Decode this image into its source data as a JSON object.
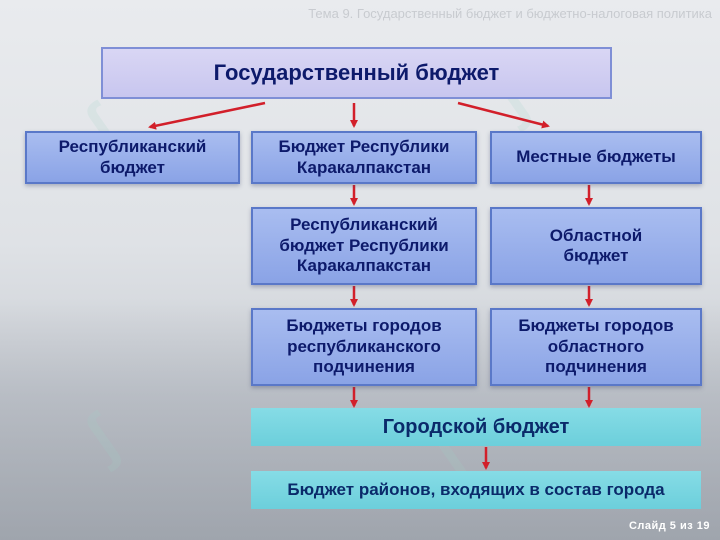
{
  "header": {
    "title": "Тема 9. Государственный бюджет и бюджетно-налоговая политика"
  },
  "footer": {
    "slide_label": "Слайд 5 из 19"
  },
  "boxes": {
    "state_budget": "Государственный бюджет",
    "republican_budget": "Республиканский бюджет",
    "karakalpakstan_budget": "Бюджет Республики Каракалпакстан",
    "local_budgets": "Местные бюджеты",
    "republican_budget_karakalpakstan": "Республиканский бюджет Республики Каракалпакстан",
    "regional_budget": "Областной бюджет",
    "city_budgets_republican": "Бюджеты городов республиканского подчинения",
    "city_budgets_regional": "Бюджеты городов областного подчинения",
    "city_budget": "Городской бюджет",
    "district_budget": "Бюджет районов, входящих в состав города"
  },
  "colors": {
    "arrow": "#d21f2a",
    "box_blue": "#8aa3e6",
    "box_teal": "#6ccfdb",
    "text": "#0d1a6b"
  }
}
